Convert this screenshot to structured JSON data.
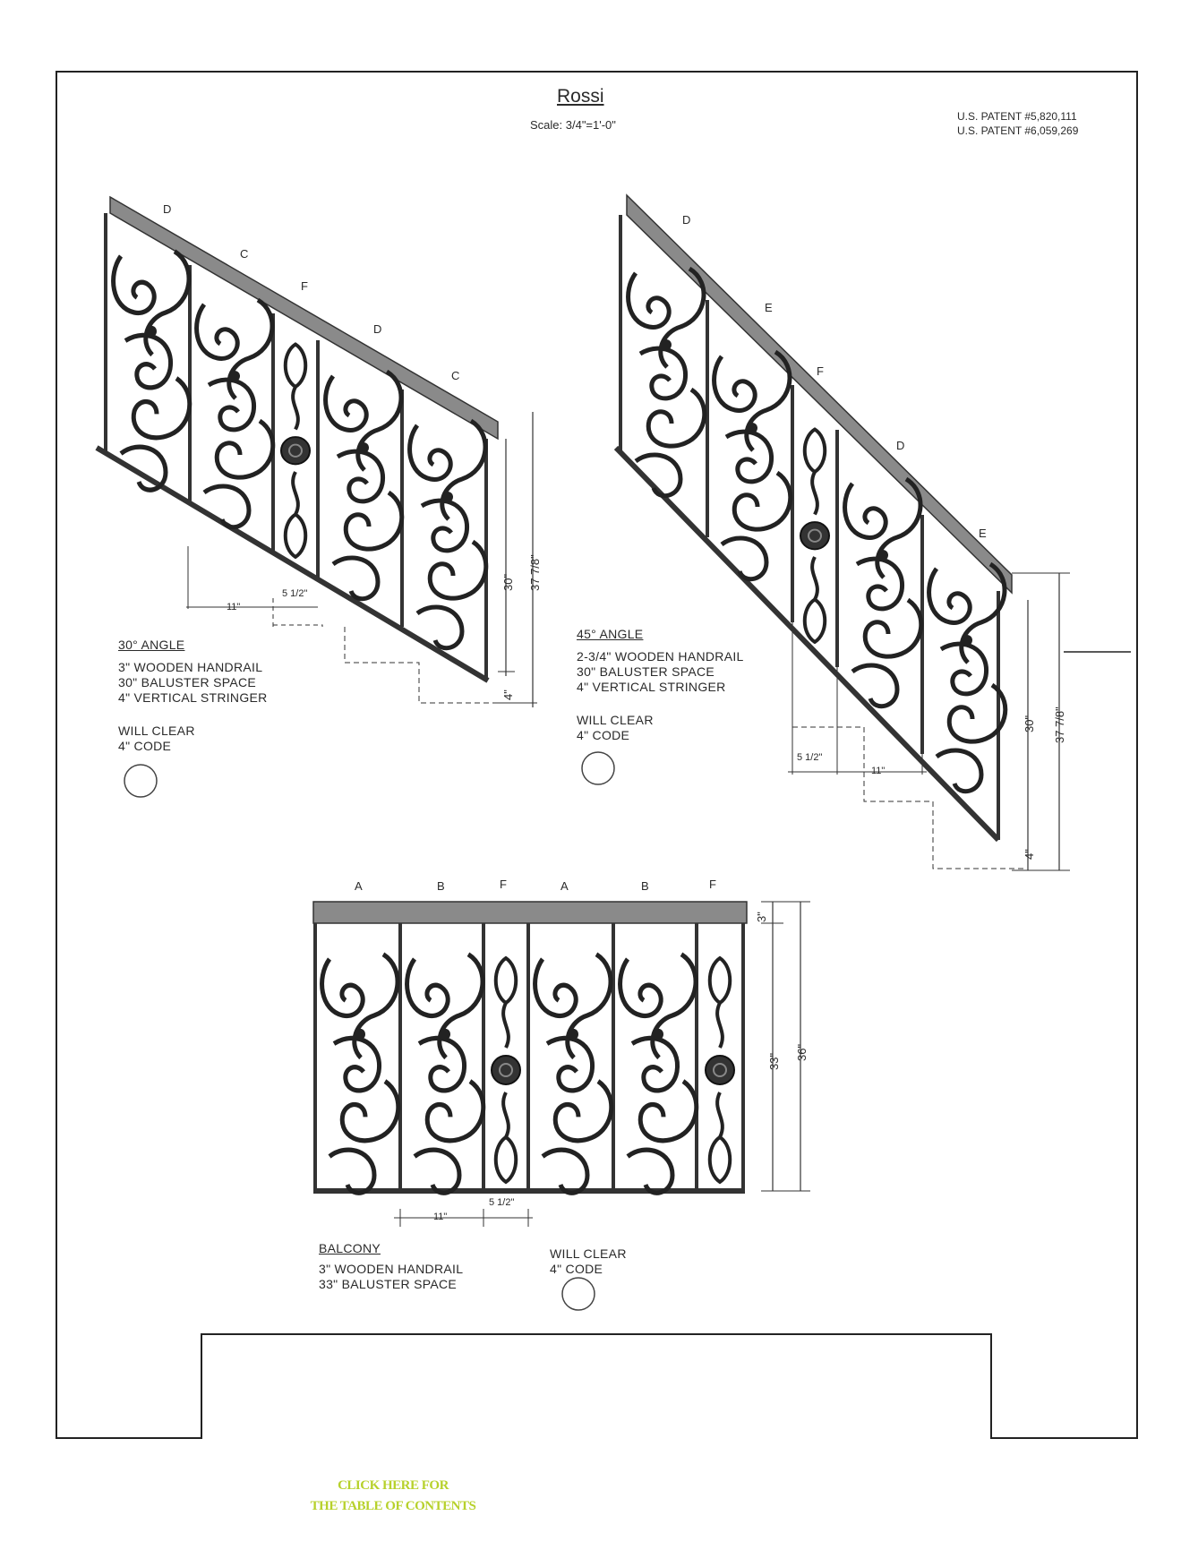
{
  "header": {
    "title": "Rossi",
    "scale": "Scale:  3/4\"=1'-0\"",
    "patents": [
      "U.S. PATENT #5,820,111",
      "U.S. PATENT #6,059,269"
    ]
  },
  "panels": {
    "stair30": {
      "segment_labels": [
        "D",
        "C",
        "F",
        "D",
        "C"
      ],
      "heading": "30° ANGLE",
      "specs": [
        "3\" WOODEN HANDRAIL",
        "30\" BALUSTER SPACE",
        "4\" VERTICAL STRINGER"
      ],
      "clear": [
        "WILL CLEAR",
        "4\" CODE"
      ],
      "dims": {
        "width_a": "11\"",
        "width_b": "5 1/2\"",
        "height_a": "30\"",
        "height_b": "37 7/8\"",
        "stringer": "4\""
      }
    },
    "stair45": {
      "segment_labels": [
        "D",
        "E",
        "F",
        "D",
        "E"
      ],
      "heading": "45° ANGLE",
      "specs": [
        "2-3/4\" WOODEN HANDRAIL",
        "30\" BALUSTER SPACE",
        "4\" VERTICAL STRINGER"
      ],
      "clear": [
        "WILL CLEAR",
        "4\" CODE"
      ],
      "dims": {
        "width_a": "5 1/2\"",
        "width_b": "11\"",
        "height_a": "30\"",
        "height_b": "37 7/8\"",
        "stringer": "4\""
      }
    },
    "balcony": {
      "segment_labels": [
        "A",
        "B",
        "F",
        "A",
        "B",
        "F"
      ],
      "heading": "BALCONY",
      "specs": [
        "3\" WOODEN HANDRAIL",
        "33\" BALUSTER SPACE"
      ],
      "clear": [
        "WILL CLEAR",
        "4\" CODE"
      ],
      "dims": {
        "width_a": "11\"",
        "width_b": "5 1/2\"",
        "rail": "3\"",
        "height_a": "33\"",
        "height_b": "36\""
      }
    }
  },
  "toc_link": [
    "CLICK HERE FOR",
    "THE TABLE OF CONTENTS"
  ],
  "colors": {
    "toc": "#b7d12b",
    "ink": "#2a2a2a",
    "rail": "#8a8a8a"
  }
}
